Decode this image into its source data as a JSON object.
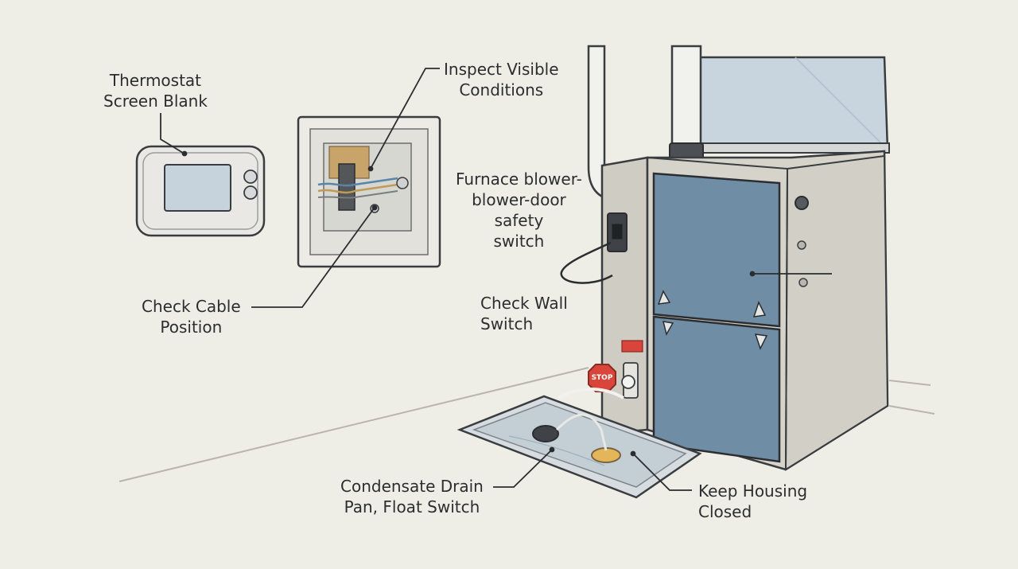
{
  "labels": {
    "thermostat": {
      "line1": "Thermostat",
      "line2": "Screen Blank"
    },
    "inspect": {
      "line1": "Inspect Visible",
      "line2": "Conditions"
    },
    "furnace_switch": {
      "line1": "Furnace blower-",
      "line2": "blower-door",
      "line3": "safety",
      "line4": "switch"
    },
    "check_cable": {
      "line1": "Check Cable",
      "line2": "Position"
    },
    "check_wall": {
      "line1": "Check Wall",
      "line2": "Switch"
    },
    "drain_pan": {
      "line1": "Condensate Drain",
      "line2": "Pan, Float Switch"
    },
    "keep_closed": {
      "line1": "Keep Housing",
      "line2": "Closed"
    },
    "stop_sign": "STOP"
  },
  "colors": {
    "background": "#efeee6",
    "outline": "#3a3d40",
    "panel_blue": "#6f8ea6",
    "cabinet": "#d6d3cb",
    "duct": "#c9d5de",
    "stop_red": "#d9453a",
    "float_yellow": "#e3b65a"
  }
}
